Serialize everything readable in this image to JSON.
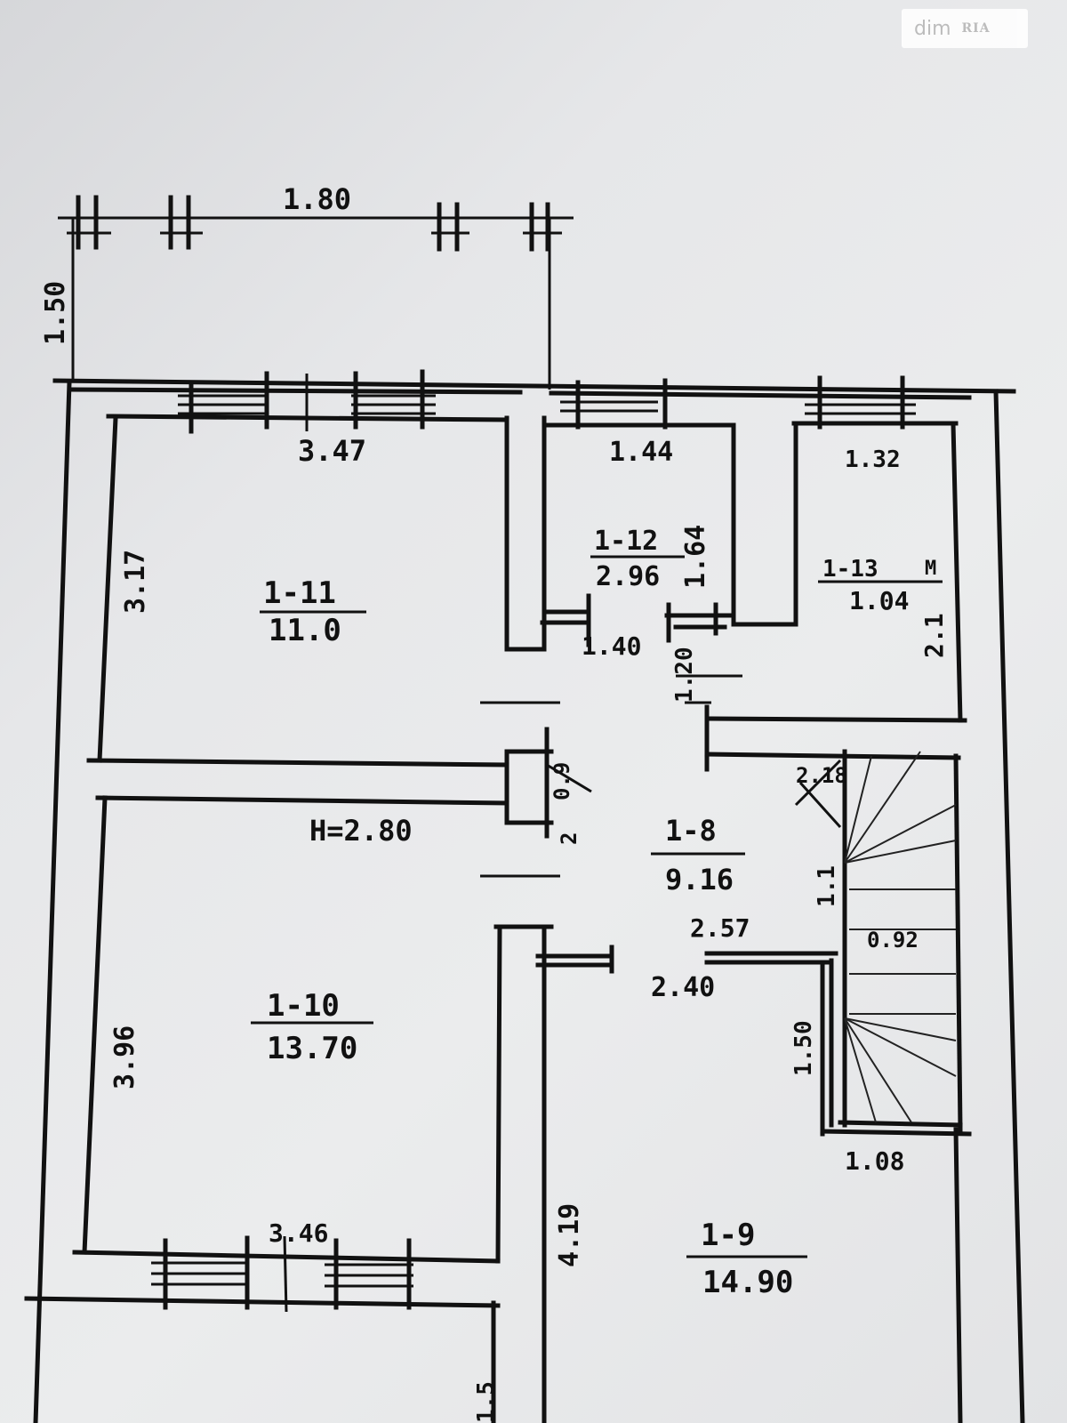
{
  "watermark": {
    "text": "dim",
    "logo": "RIA"
  },
  "dimensions": {
    "top_balcony_width": "1.80",
    "balcony_depth": "1.50",
    "room_11_top": "3.47",
    "room_11_side": "3.17",
    "room_12_top": "1.44",
    "room_12_side": "1.64",
    "room_12_bottom": "1.40",
    "room_13_top": "1.32",
    "room_13_side": "2.1",
    "corridor_step": "1.20",
    "ceiling_height": "H=2.80",
    "wall_mark": "0.9",
    "wall_mark_2": "2",
    "stair_top": "2.18",
    "stair_side": "1.1",
    "room_8_step": "2.57",
    "room_8_side": "2.40",
    "stair_landing": "0.92",
    "stair_lower_side": "1.50",
    "stair_bottom": "1.08",
    "room_10_side": "3.96",
    "room_10_bottom": "3.46",
    "room_9_side": "4.19",
    "bottom_edge_mark": "1.5"
  },
  "rooms": [
    {
      "id": "1-11",
      "area": "11.0"
    },
    {
      "id": "1-12",
      "area": "2.96"
    },
    {
      "id": "1-13",
      "unit": "M",
      "area": "1.04"
    },
    {
      "id": "1-8",
      "area": "9.16"
    },
    {
      "id": "1-10",
      "area": "13.70"
    },
    {
      "id": "1-9",
      "area": "14.90"
    }
  ]
}
